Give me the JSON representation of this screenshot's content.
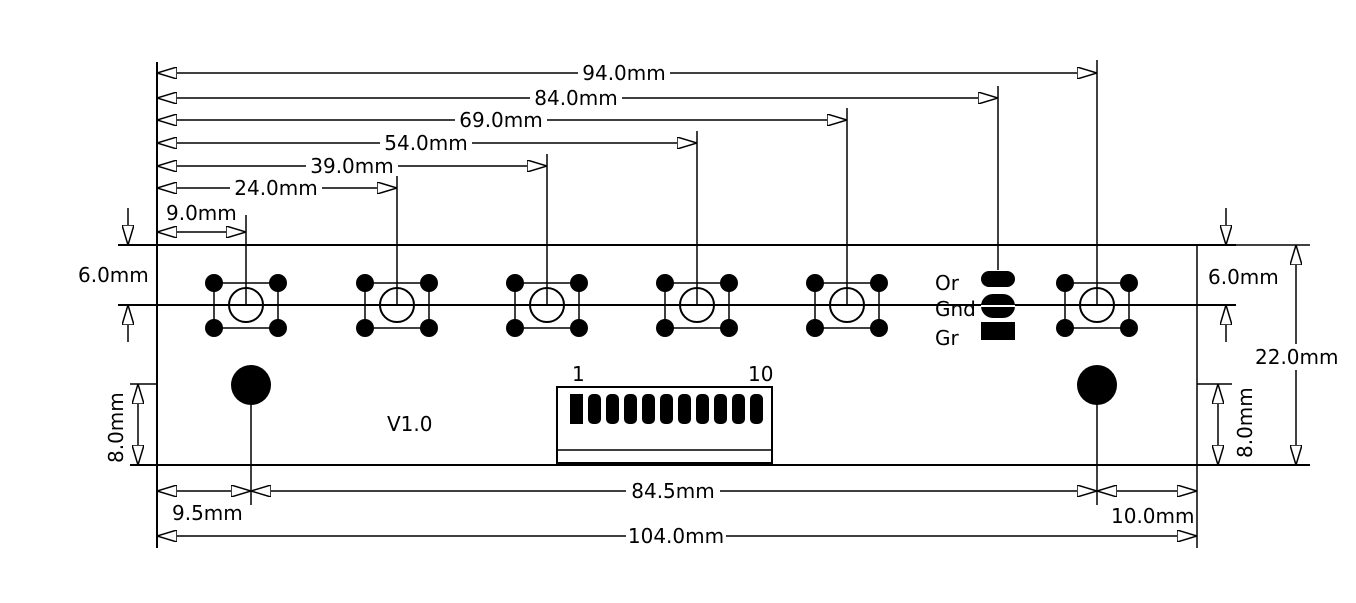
{
  "dimensions": {
    "top": [
      "94.0mm",
      "84.0mm",
      "69.0mm",
      "54.0mm",
      "39.0mm",
      "24.0mm",
      "9.0mm"
    ],
    "left_6": "6.0mm",
    "right_6": "6.0mm",
    "height_22": "22.0mm",
    "left_8": "8.0mm",
    "right_8": "8.0mm",
    "hole_spacing": "84.5mm",
    "left_hole_offset": "9.5mm",
    "right_hole_offset": "10.0mm",
    "board_width": "104.0mm"
  },
  "labels": {
    "version": "V1.0",
    "connector_start": "1",
    "connector_end": "10",
    "wire_or": "Or",
    "wire_gnd": "Gnd",
    "wire_gr": "Gr"
  },
  "counts": {
    "buttons": 6,
    "connector_pins": 10
  }
}
